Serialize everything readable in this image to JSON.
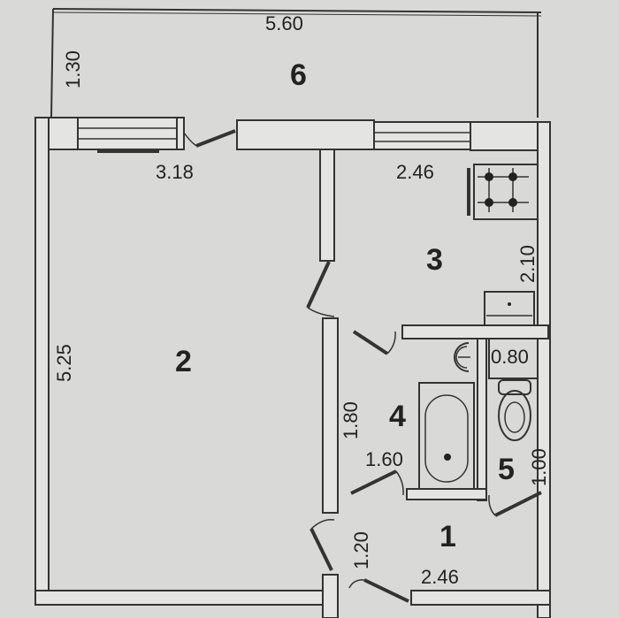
{
  "rooms": [
    {
      "number": "1",
      "width": "2.46",
      "length": "1.20"
    },
    {
      "number": "2",
      "width": "3.18",
      "length": "5.25"
    },
    {
      "number": "3",
      "width": "2.46",
      "length": "2.10"
    },
    {
      "number": "4",
      "width": "1.60",
      "length": "1.80"
    },
    {
      "number": "5",
      "width": "0.80",
      "length": "1.00"
    },
    {
      "number": "6",
      "width": "5.60",
      "length": "1.30"
    }
  ],
  "fixtures": [
    "stove-icon",
    "sink-icon",
    "washbasin-icon",
    "bathtub-icon",
    "toilet-icon"
  ]
}
